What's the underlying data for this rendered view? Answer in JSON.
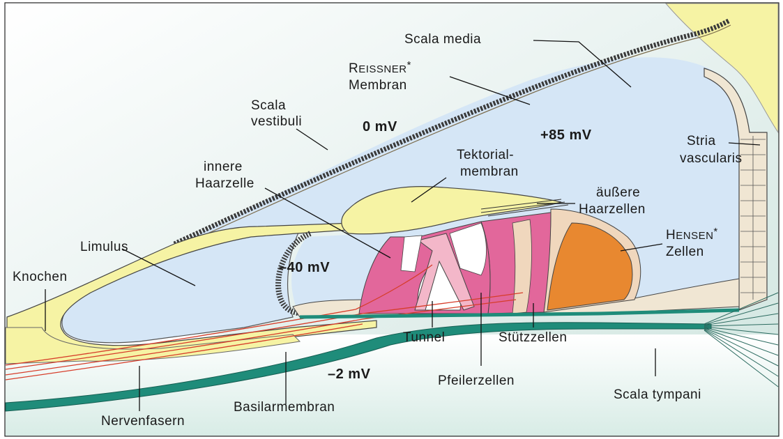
{
  "labels": {
    "scala_media": "Scala media",
    "reissner_a": "R",
    "reissner_b": "EISSNER",
    "reissner_star": "*",
    "reissner_2": "Membran",
    "scala_vestibuli_1": "Scala",
    "scala_vestibuli_2": "vestibuli",
    "zero_mv": "0 mV",
    "plus85_mv": "+85 mV",
    "stria_1": "Stria",
    "stria_2": "vascularis",
    "tektorial_1": "Tektorial-",
    "tektorial_2": "membran",
    "innere_1": "innere",
    "innere_2": "Haarzelle",
    "aeussere_1": "äußere",
    "aeussere_2": "Haarzellen",
    "hensen_a": "H",
    "hensen_b": "ENSEN",
    "hensen_star": "*",
    "hensen_2": "Zellen",
    "limulus": "Limulus",
    "knochen": "Knochen",
    "minus40_mv": "–40 mV",
    "tunnel": "Tunnel",
    "stuetzzellen": "Stützzellen",
    "minus2_mv": "–2 mV",
    "pfeilerzellen": "Pfeilerzellen",
    "scala_tympani": "Scala tympani",
    "basilarmembran": "Basilarmembran",
    "nervenfasern": "Nervenfasern"
  },
  "colors": {
    "fluid": "#d5e6f6",
    "bone": "#f6f3a4",
    "membrane_teal": "#1f8c7a",
    "hair_cell_pink": "#e2679b",
    "support_tan": "#f0d7bd",
    "hensen_orange": "#e88830",
    "outline": "#333333"
  }
}
